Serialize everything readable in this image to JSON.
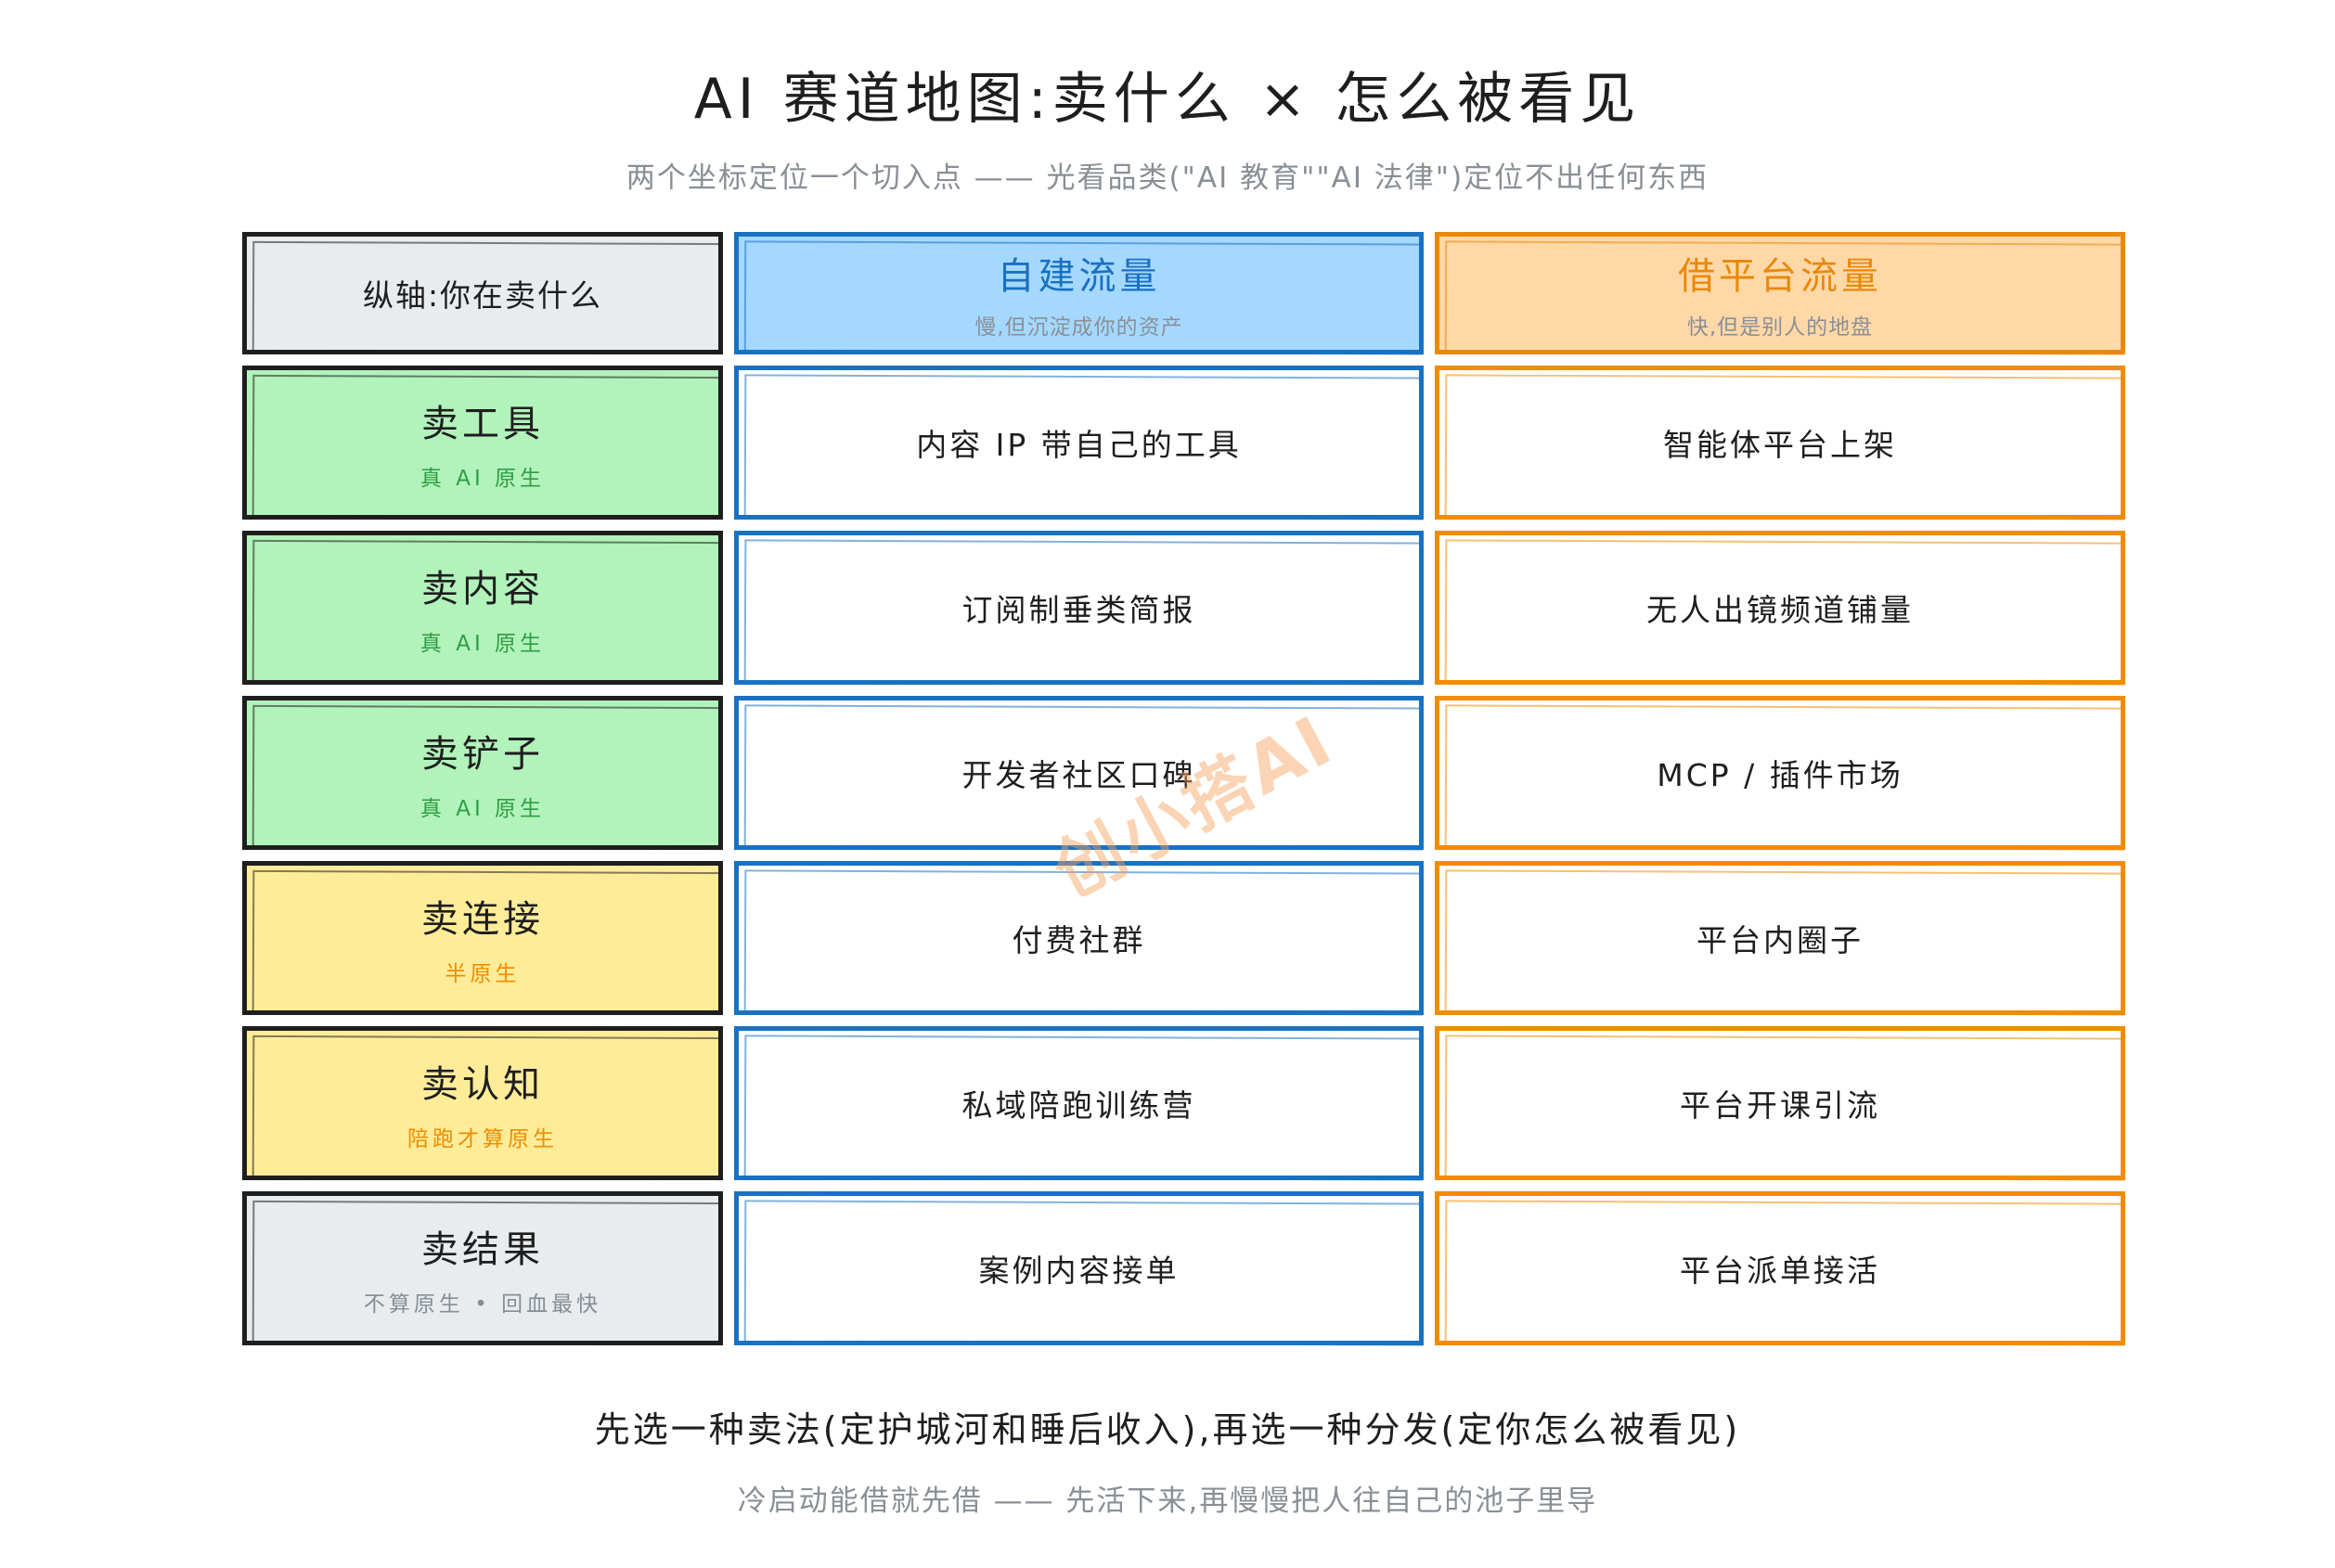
{
  "title": "AI 赛道地图:卖什么 × 怎么被看见",
  "subtitle": "两个坐标定位一个切入点 —— 光看品类(\"AI 教育\"\"AI 法律\")定位不出任何东西",
  "corner_label": "纵轴:你在卖什么",
  "columns": [
    {
      "title": "自建流量",
      "subtitle": "慢,但沉淀成你的资产",
      "color": "#1971c2",
      "fill": "#a5d8ff"
    },
    {
      "title": "借平台流量",
      "subtitle": "快,但是别人的地盘",
      "color": "#e8890c",
      "fill": "#ffd8a8"
    }
  ],
  "rows": [
    {
      "label": "卖工具",
      "tag": "真 AI 原生",
      "group": "green",
      "self_traffic": "内容 IP 带自己的工具",
      "platform_traffic": "智能体平台上架"
    },
    {
      "label": "卖内容",
      "tag": "真 AI 原生",
      "group": "green",
      "self_traffic": "订阅制垂类简报",
      "platform_traffic": "无人出镜频道铺量"
    },
    {
      "label": "卖铲子",
      "tag": "真 AI 原生",
      "group": "green",
      "self_traffic": "开发者社区口碑",
      "platform_traffic": "MCP / 插件市场"
    },
    {
      "label": "卖连接",
      "tag": "半原生",
      "group": "yellow",
      "self_traffic": "付费社群",
      "platform_traffic": "平台内圈子"
    },
    {
      "label": "卖认知",
      "tag": "陪跑才算原生",
      "group": "yellow",
      "self_traffic": "私域陪跑训练营",
      "platform_traffic": "平台开课引流"
    },
    {
      "label": "卖结果",
      "tag": "不算原生 • 回血最快",
      "group": "gray",
      "self_traffic": "案例内容接单",
      "platform_traffic": "平台派单接活"
    }
  ],
  "footer_main": "先选一种卖法(定护城河和睡后收入),再选一种分发(定你怎么被看见)",
  "footer_sub": "冷启动能借就先借 —— 先活下来,再慢慢把人往自己的池子里导",
  "watermark": "创小搭AI",
  "group_colors": {
    "green": "#b2f2bb",
    "yellow": "#ffec99",
    "gray": "#e9ecef"
  }
}
